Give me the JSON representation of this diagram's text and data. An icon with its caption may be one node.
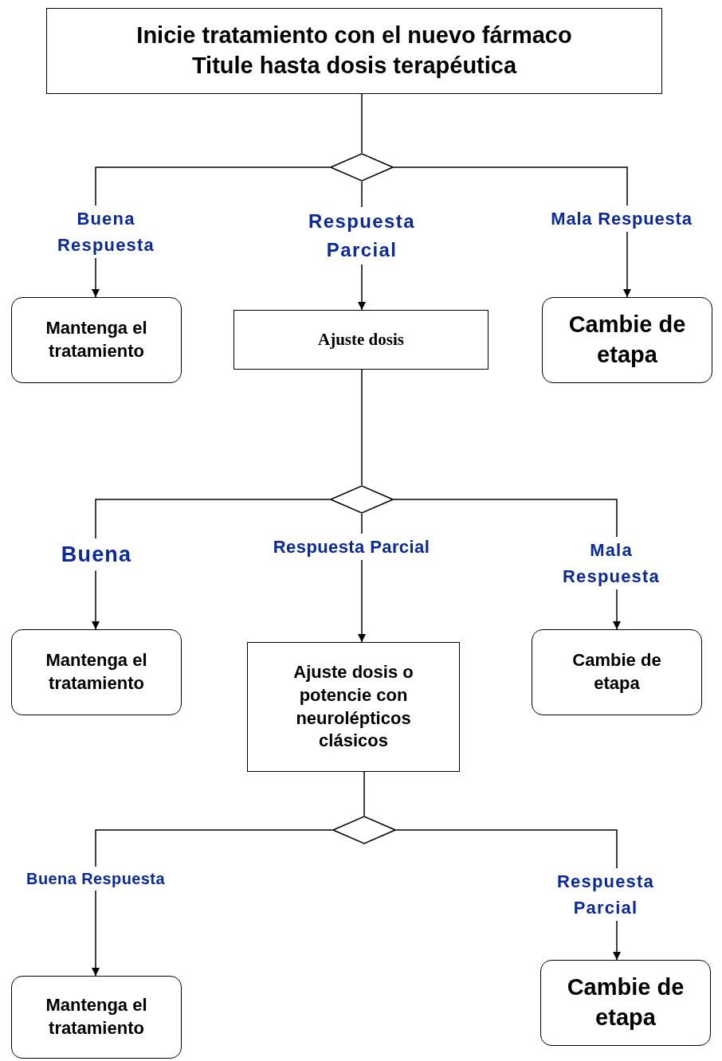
{
  "diagram": {
    "nodes": [
      {
        "text": [
          "Inicie tratamiento con el nuevo fármaco",
          "Titule hasta dosis terapéutica"
        ]
      },
      {
        "text": [],
        "shape": "diamond"
      },
      {
        "text": [
          "Buena Respuesta"
        ]
      },
      {
        "text": [
          "Respuesta Parcial"
        ]
      },
      {
        "text": [
          "Mala Respuesta"
        ]
      },
      {
        "text": [
          "Mantenga el tratamiento"
        ]
      },
      {
        "text": [
          "Ajuste dosis"
        ]
      },
      {
        "text": [
          "Cambie de etapa"
        ]
      },
      {
        "text": [],
        "shape": "diamond"
      },
      {
        "text": [
          "Buena"
        ]
      },
      {
        "text": [
          "Respuesta Parcial"
        ]
      },
      {
        "text": [
          "Mala Respuesta"
        ]
      },
      {
        "text": [
          "Mantenga el tratamiento"
        ]
      },
      {
        "text": [
          "Ajuste dosis o potencie con neurolépticos clásicos"
        ]
      },
      {
        "text": [
          "Cambie de etapa"
        ]
      },
      {
        "text": [],
        "shape": "diamond"
      },
      {
        "text": [
          "Buena Respuesta"
        ]
      },
      {
        "text": [
          "Respuesta Parcial"
        ]
      },
      {
        "text": [
          "Mantenga el tratamiento"
        ]
      },
      {
        "text": [
          "Cambie de etapa"
        ]
      }
    ],
    "edges": [
      {
        "from": 0,
        "to": 1,
        "arrow": "none"
      },
      {
        "from": 1,
        "to": 2,
        "arrow": "none"
      },
      {
        "from": 1,
        "to": 3,
        "arrow": "none"
      },
      {
        "from": 1,
        "to": 4,
        "arrow": "none"
      },
      {
        "from": 2,
        "to": 5,
        "arrow": "to"
      },
      {
        "from": 3,
        "to": 6,
        "arrow": "to"
      },
      {
        "from": 4,
        "to": 7,
        "arrow": "to"
      },
      {
        "from": 6,
        "to": 8,
        "arrow": "none"
      },
      {
        "from": 8,
        "to": 9,
        "arrow": "none"
      },
      {
        "from": 8,
        "to": 10,
        "arrow": "none"
      },
      {
        "from": 8,
        "to": 11,
        "arrow": "none"
      },
      {
        "from": 9,
        "to": 12,
        "arrow": "to"
      },
      {
        "from": 10,
        "to": 13,
        "arrow": "to"
      },
      {
        "from": 11,
        "to": 14,
        "arrow": "to"
      },
      {
        "from": 13,
        "to": 15,
        "arrow": "none"
      },
      {
        "from": 15,
        "to": 16,
        "arrow": "none"
      },
      {
        "from": 15,
        "to": 17,
        "arrow": "none"
      },
      {
        "from": 16,
        "to": 18,
        "arrow": "to"
      },
      {
        "from": 17,
        "to": 19,
        "arrow": "to"
      }
    ]
  }
}
